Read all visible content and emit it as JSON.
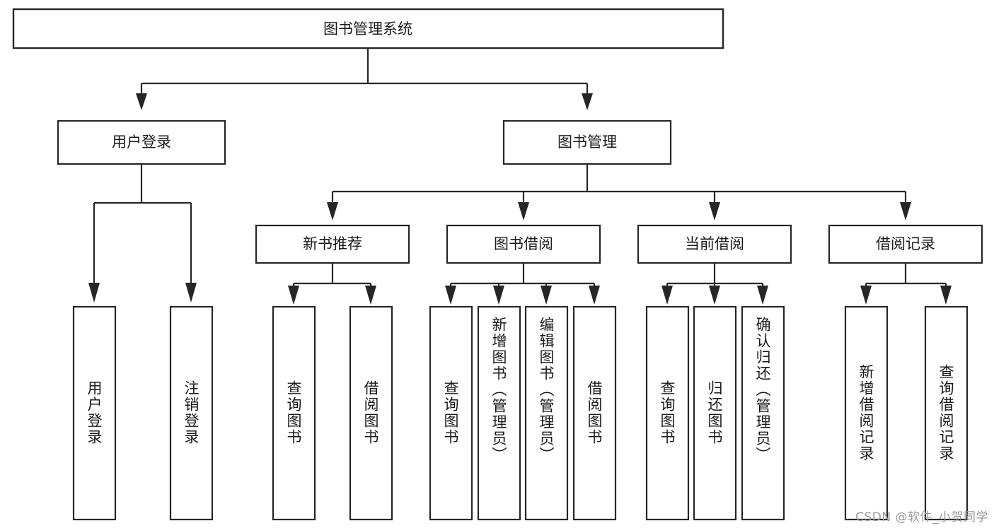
{
  "diagram": {
    "title": "图书管理系统",
    "type": "tree-hierarchy-diagram",
    "colors": {
      "box_stroke": "#262626",
      "box_fill": "#ffffff",
      "text": "#1a1a1a",
      "background": "#ffffff",
      "watermark": "#9a9a9a"
    },
    "root": {
      "label": "图书管理系统"
    },
    "level2": [
      {
        "label": "用户登录"
      },
      {
        "label": "图书管理"
      }
    ],
    "level3": [
      {
        "label": "新书推荐"
      },
      {
        "label": "图书借阅"
      },
      {
        "label": "当前借阅"
      },
      {
        "label": "借阅记录"
      }
    ],
    "leaves": {
      "user_login": [
        {
          "label": "用户登录"
        },
        {
          "label": "注销登录"
        }
      ],
      "new_book_recommend": [
        {
          "label": "查询图书"
        },
        {
          "label": "借阅图书"
        }
      ],
      "book_borrow": [
        {
          "label": "查询图书"
        },
        {
          "label": "新增图书（管理员）"
        },
        {
          "label": "编辑图书（管理员）"
        },
        {
          "label": "借阅图书"
        }
      ],
      "current_borrow": [
        {
          "label": "查询图书"
        },
        {
          "label": "归还图书"
        },
        {
          "label": "确认归还（管理员）"
        }
      ],
      "borrow_record": [
        {
          "label": "新增借阅记录"
        },
        {
          "label": "查询借阅记录"
        }
      ]
    }
  },
  "watermark": {
    "text": "CSDN @软件_小贺同学"
  }
}
